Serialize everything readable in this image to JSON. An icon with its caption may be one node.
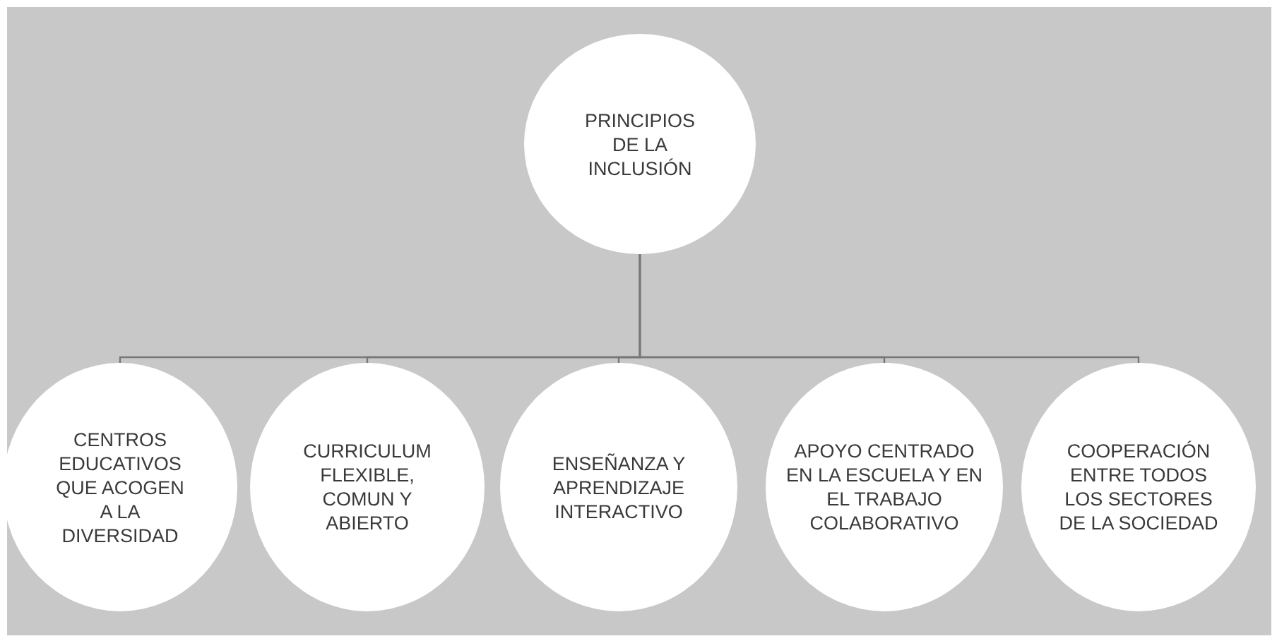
{
  "diagram": {
    "nodes": [
      {
        "text": [
          "PRINCIPIOS DE LA INCLUSIÓN"
        ]
      },
      {
        "text": [
          "CENTROS EDUCATIVOS QUE ACOGEN A LA DIVERSIDAD"
        ]
      },
      {
        "text": [
          "CURRICULUM FLEXIBLE, COMUN Y ABIERTO"
        ]
      },
      {
        "text": [
          "ENSEÑANZA Y APRENDIZAJE INTERACTIVO"
        ]
      },
      {
        "text": [
          "APOYO CENTRADO EN LA ESCUELA Y EN EL TRABAJO COLABORATIVO"
        ]
      },
      {
        "text": [
          "COOPERACIÓN ENTRE TODOS LOS SECTORES DE LA SOCIEDAD"
        ]
      }
    ],
    "edges": [
      {
        "from": 0,
        "to": 1,
        "arrow": "none"
      },
      {
        "from": 0,
        "to": 2,
        "arrow": "none"
      },
      {
        "from": 0,
        "to": 3,
        "arrow": "none"
      },
      {
        "from": 0,
        "to": 4,
        "arrow": "none"
      },
      {
        "from": 0,
        "to": 5,
        "arrow": "none"
      }
    ]
  }
}
